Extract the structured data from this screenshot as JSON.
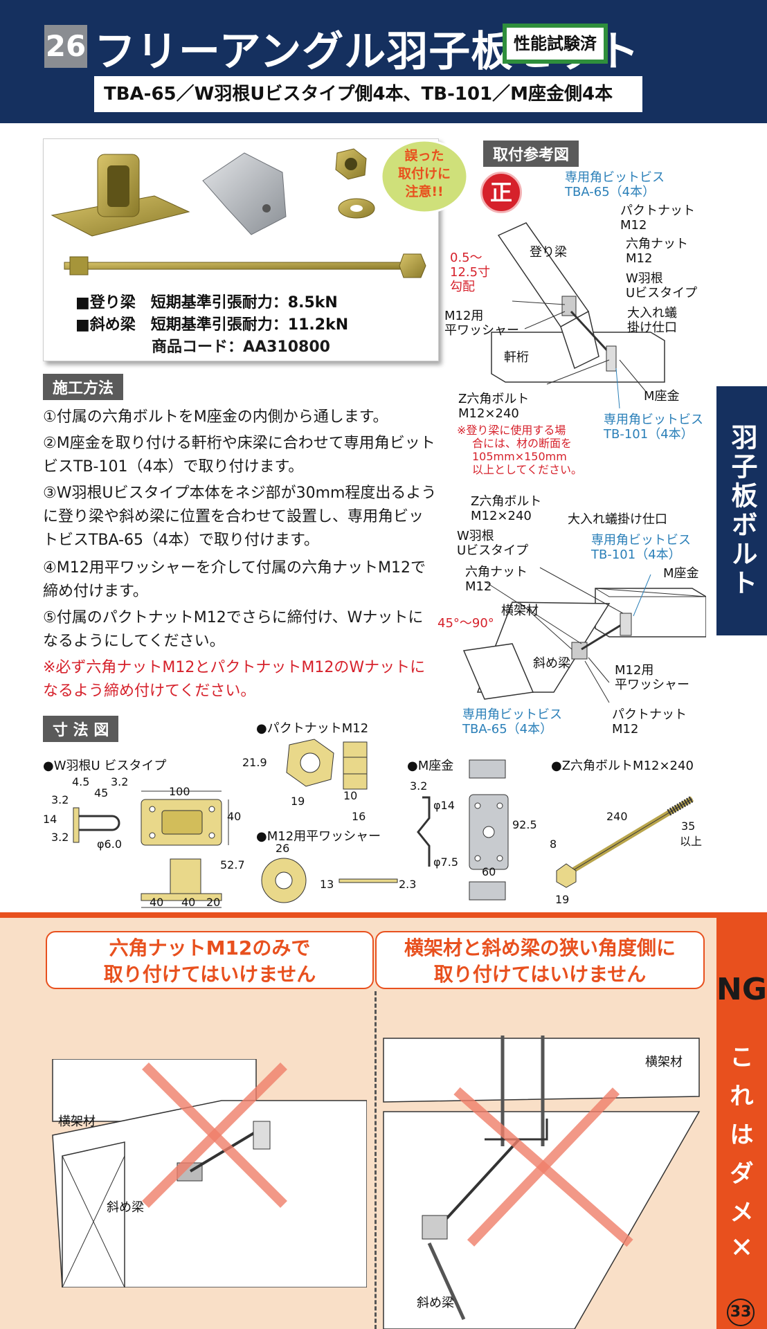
{
  "header": {
    "number": "26",
    "title": "フリーアングル羽子板セット",
    "badge": "性能試験済",
    "subtitle": "TBA-65／W羽根Uビスタイプ側4本、TB-101／M座金側4本"
  },
  "product": {
    "line1": "■登り梁　短期基準引張耐力：8.5kN",
    "line2": "■斜め梁　短期基準引張耐力：11.2kN",
    "code": "商品コード：AA310800",
    "warning": [
      "誤った",
      "取付けに",
      "注意!!"
    ]
  },
  "install": {
    "label": "施工方法",
    "steps": [
      "①付属の六角ボルトをM座金の内側から通します。",
      "②M座金を取り付ける軒桁や床梁に合わせて専用角ビットビスTB-101（4本）で取り付けます。",
      "③W羽根Uビスタイプ本体をネジ部が30mm程度出るように登り梁や斜め梁に位置を合わせて設置し、専用角ビットビスTBA-65（4本）で取り付けます。",
      "④M12用平ワッシャーを介して付属の六角ナットM12で締め付けます。",
      "⑤付属のパクトナットM12でさらに締付け、Wナットになるようにしてください。"
    ],
    "caution": "※必ず六角ナットM12とパクトナットM12のWナットになるよう締め付けてください。"
  },
  "reference": {
    "label": "取付参考図",
    "correct_mark": "正",
    "d1": {
      "screw_top": [
        "専用角ビットビス",
        "TBA-65（4本）"
      ],
      "pakuto": [
        "パクトナット",
        "M12"
      ],
      "hex_nut": [
        "六角ナット",
        "M12"
      ],
      "wing": [
        "W羽根",
        "Uビスタイプ"
      ],
      "oire": [
        "大入れ蟻",
        "掛け仕口"
      ],
      "noboribari": "登り梁",
      "slope": [
        "0.5～",
        "12.5寸",
        "勾配"
      ],
      "washer": [
        "M12用",
        "平ワッシャー"
      ],
      "nokigeta": "軒桁",
      "m_zagane": "M座金",
      "bolt": [
        "Z六角ボルト",
        "M12×240"
      ],
      "screw_bottom": [
        "専用角ビットビス",
        "TB-101（4本）"
      ],
      "note": [
        "※登り梁に使用する場",
        "合には、材の断面を",
        "105mm×150mm",
        "以上としてください。"
      ]
    },
    "d2": {
      "bolt": [
        "Z六角ボルト",
        "M12×240"
      ],
      "oire": "大入れ蟻掛け仕口",
      "wing": [
        "W羽根",
        "Uビスタイプ"
      ],
      "screw_top": [
        "専用角ビットビス",
        "TB-101（4本）"
      ],
      "hex_nut": [
        "六角ナット",
        "M12"
      ],
      "m_zagane": "M座金",
      "yokokazai": "横架材",
      "angle": "45°～90°",
      "nanamebari": "斜め梁",
      "washer": [
        "M12用",
        "平ワッシャー"
      ],
      "screw_bottom": [
        "専用角ビットビス",
        "TBA-65（4本）"
      ],
      "pakuto": [
        "パクトナット",
        "M12"
      ]
    }
  },
  "dimensions": {
    "label": "寸 法 図",
    "wing": {
      "title": "●W羽根U ビスタイプ",
      "d": [
        "4.5",
        "45",
        "3.2",
        "3.2",
        "14",
        "3.2",
        "100",
        "40",
        "φ6.0",
        "52.7",
        "40",
        "40",
        "20"
      ]
    },
    "pakuto": {
      "title": "●パクトナットM12",
      "d": [
        "21.9",
        "19",
        "10",
        "16"
      ]
    },
    "washer": {
      "title": "●M12用平ワッシャー",
      "d": [
        "26",
        "13",
        "2.3"
      ]
    },
    "zagane": {
      "title": "●M座金",
      "d": [
        "3.2",
        "φ14",
        "92.5",
        "φ7.5",
        "60"
      ]
    },
    "bolt": {
      "title": "●Z六角ボルトM12×240",
      "d": [
        "240",
        "35",
        "以上",
        "8",
        "19"
      ]
    }
  },
  "side_tab": "羽子板ボルト",
  "ng": {
    "box1": [
      "六角ナットM12のみで",
      "取り付けてはいけません"
    ],
    "box2": [
      "横架材と斜め梁の狭い角度側に",
      "取り付けてはいけません"
    ],
    "left_labels": {
      "yokokazai": "横架材",
      "nanamebari": "斜め梁"
    },
    "right_labels": {
      "yokokazai": "横架材",
      "nanamebari": "斜め梁"
    },
    "side": {
      "ng": "NG",
      "chars": [
        "こ",
        "れ",
        "は",
        "ダ",
        "メ",
        "✕"
      ]
    },
    "page": "33"
  },
  "colors": {
    "navy": "#15305f",
    "orange": "#e8501e",
    "red": "#d6212b",
    "blue": "#2a7fb8",
    "green": "#2f8f3c"
  }
}
